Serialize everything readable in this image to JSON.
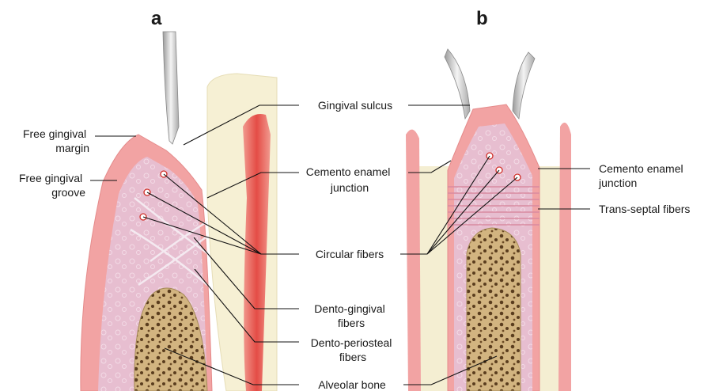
{
  "panels": {
    "a": {
      "letter": "a"
    },
    "b": {
      "letter": "b"
    }
  },
  "labels": {
    "free_gingival_margin": [
      "Free gingival",
      "margin"
    ],
    "free_gingival_groove": [
      "Free gingival",
      "groove"
    ],
    "gingival_sulcus": "Gingival sulcus",
    "cemento_enamel_junction_a": [
      "Cemento enamel",
      "junction"
    ],
    "circular_fibers": "Circular fibers",
    "dento_gingival_fibers": [
      "Dento-gingival",
      "fibers"
    ],
    "dento_periosteal_fibers": [
      "Dento-periosteal",
      "fibers"
    ],
    "alveolar_bone": "Alveolar bone",
    "cemento_enamel_junction_b": [
      "Cemento enamel",
      "junction"
    ],
    "trans_septal_fibers": "Trans-septal fibers"
  },
  "colors": {
    "gingiva_outer": "#f2a3a3",
    "gingiva_inner": "#e7bfd0",
    "bone": "#cdb07a",
    "bone_pores": "#5a3d1e",
    "tooth": "#f5efd2",
    "enamel_edge": "#c9c9c9",
    "pulp": "#e8564f",
    "marker_red": "#d0302a"
  }
}
